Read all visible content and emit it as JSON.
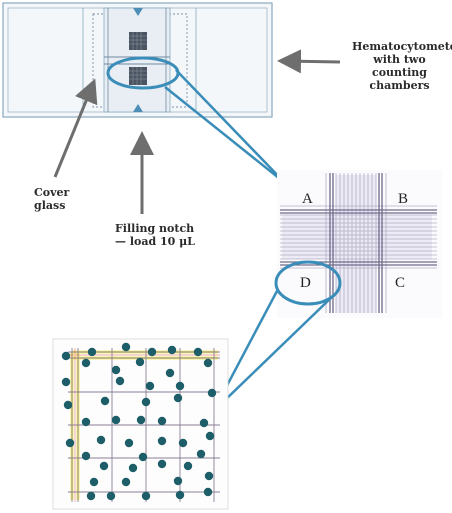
{
  "labels": {
    "hemocytometer_line1": "Hematocytomete",
    "hemocytometer_line2": "with two",
    "hemocytometer_line3": "counting chambers",
    "cover_line1": "Cover",
    "cover_line2": "glass",
    "notch_line1": "Filling notch",
    "notch_line2": "— load 10 μL"
  },
  "quadrants": {
    "a": "A",
    "b": "B",
    "c": "C",
    "d": "D"
  },
  "colors": {
    "callout": "#3a8db8",
    "arrow": "#6e6e6e",
    "slide_line": "#8aa8bf",
    "grid": "#a9a4be",
    "highlight": "#f2e64d",
    "cell": "#1e5e68"
  }
}
